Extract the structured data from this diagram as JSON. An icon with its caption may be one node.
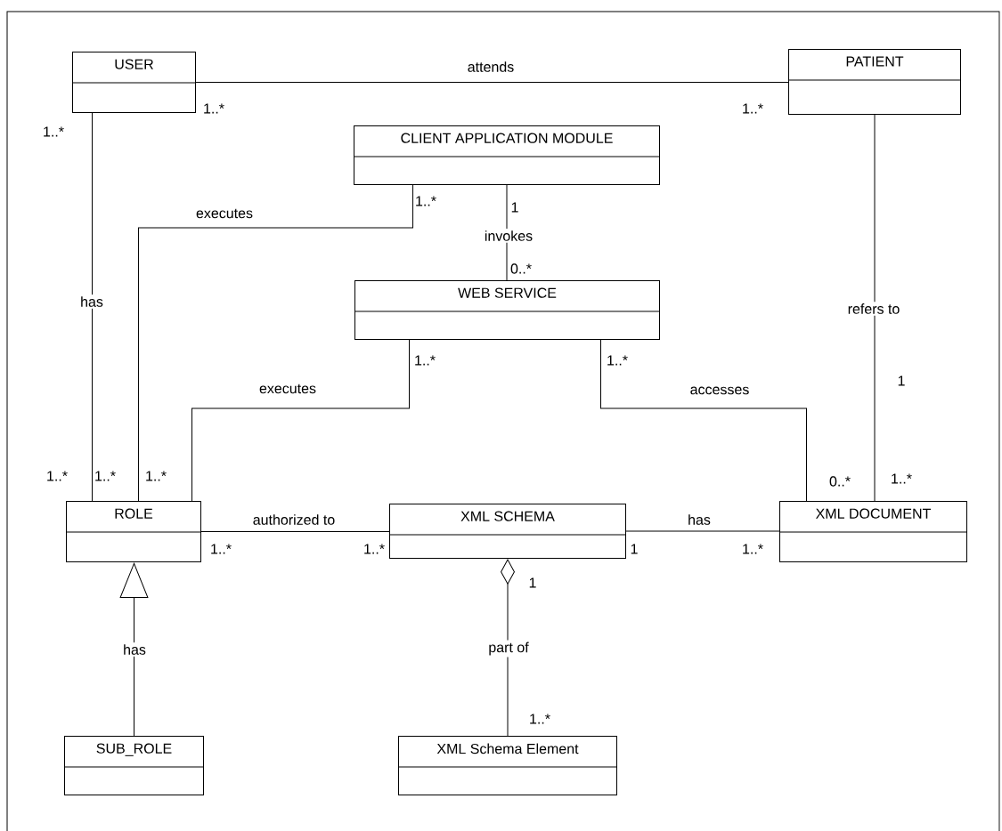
{
  "diagram": {
    "nodes": [
      {
        "text": [
          "USER"
        ]
      },
      {
        "text": [
          "PATIENT"
        ]
      },
      {
        "text": [
          "CLIENT APPLICATION MODULE"
        ]
      },
      {
        "text": [
          "WEB SERVICE"
        ]
      },
      {
        "text": [
          "ROLE"
        ]
      },
      {
        "text": [
          "XML SCHEMA"
        ]
      },
      {
        "text": [
          "XML DOCUMENT"
        ]
      },
      {
        "text": [
          "SUB_ROLE"
        ]
      },
      {
        "text": [
          "XML Schema Element"
        ]
      }
    ],
    "edges": [
      {
        "from": 0,
        "to": 1,
        "arrow": "none",
        "label": "attends"
      },
      {
        "from": 0,
        "to": 4,
        "arrow": "none",
        "label": "has"
      },
      {
        "from": 2,
        "to": 4,
        "arrow": "none",
        "label": "executes"
      },
      {
        "from": 2,
        "to": 3,
        "arrow": "none",
        "label": "invokes"
      },
      {
        "from": 3,
        "to": 4,
        "arrow": "none",
        "label": "executes"
      },
      {
        "from": 3,
        "to": 6,
        "arrow": "none",
        "label": "accesses"
      },
      {
        "from": 1,
        "to": 6,
        "arrow": "none",
        "label": "refers to"
      },
      {
        "from": 4,
        "to": 5,
        "arrow": "none",
        "label": "authorized to"
      },
      {
        "from": 5,
        "to": 6,
        "arrow": "none",
        "label": "has"
      },
      {
        "from": 7,
        "to": 4,
        "arrow": "to",
        "label": "has"
      },
      {
        "from": 8,
        "to": 5,
        "arrow": "other",
        "label": "part of"
      }
    ],
    "labels": [
      "1..*",
      "1..*",
      "1..*",
      "1..*",
      "1",
      "0..*",
      "1..*",
      "1..*",
      "1",
      "1..*",
      "1..*",
      "1..*",
      "0..*",
      "1..*",
      "1..*",
      "1..*",
      "1",
      "1..*",
      "1",
      "1..*"
    ]
  }
}
